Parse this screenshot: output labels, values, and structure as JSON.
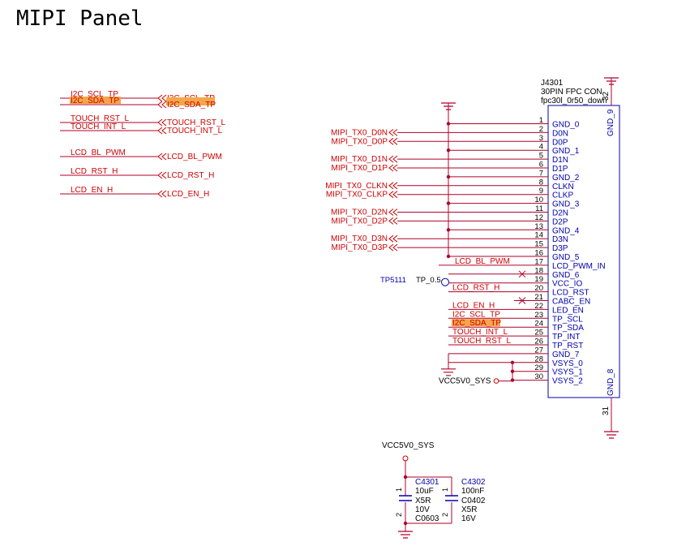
{
  "title": "MIPI Panel",
  "colors": {
    "net": "#cc0000",
    "wire": "#b0002a",
    "part": "#0000aa",
    "text": "#000000",
    "highlight": "#f5a64a"
  },
  "left_nets": [
    {
      "label": "I2C_SCL_TP",
      "port": "I2C_SCL_TP",
      "highlight": false
    },
    {
      "label": "I2C_SDA_TP",
      "port": "I2C_SDA_TP",
      "highlight": true
    },
    {
      "label": "TOUCH_RST_L",
      "port": "TOUCH_RST_L",
      "highlight": false
    },
    {
      "label": "TOUCH_INT_L",
      "port": "TOUCH_INT_L",
      "highlight": false
    },
    {
      "label": "LCD_BL_PWM",
      "port": "LCD_BL_PWM",
      "highlight": false
    },
    {
      "label": "LCD_RST_H",
      "port": "LCD_RST_H",
      "highlight": false
    },
    {
      "label": "LCD_EN_H",
      "port": "LCD_EN_H",
      "highlight": false
    }
  ],
  "connector": {
    "refdes": "J4301",
    "desc": "30PIN FPC CON",
    "footprint": "fpc30l_0r50_down",
    "side_top": "GND_9",
    "side_bottom": "GND_8",
    "pin_top": "32",
    "pin_bottom": "31",
    "pins": [
      {
        "num": "1",
        "name": "GND_0",
        "net": ""
      },
      {
        "num": "2",
        "name": "D0N",
        "net": "MIPI_TX0_D0N"
      },
      {
        "num": "3",
        "name": "D0P",
        "net": "MIPI_TX0_D0P"
      },
      {
        "num": "4",
        "name": "GND_1",
        "net": ""
      },
      {
        "num": "5",
        "name": "D1N",
        "net": "MIPI_TX0_D1N"
      },
      {
        "num": "6",
        "name": "D1P",
        "net": "MIPI_TX0_D1P"
      },
      {
        "num": "7",
        "name": "GND_2",
        "net": ""
      },
      {
        "num": "8",
        "name": "CLKN",
        "net": "MIPI_TX0_CLKN"
      },
      {
        "num": "9",
        "name": "CLKP",
        "net": "MIPI_TX0_CLKP"
      },
      {
        "num": "10",
        "name": "GND_3",
        "net": ""
      },
      {
        "num": "11",
        "name": "D2N",
        "net": "MIPI_TX0_D2N"
      },
      {
        "num": "12",
        "name": "D2P",
        "net": "MIPI_TX0_D2P"
      },
      {
        "num": "13",
        "name": "GND_4",
        "net": ""
      },
      {
        "num": "14",
        "name": "D3N",
        "net": "MIPI_TX0_D3N"
      },
      {
        "num": "15",
        "name": "D3P",
        "net": "MIPI_TX0_D3P"
      },
      {
        "num": "16",
        "name": "GND_5",
        "net": ""
      },
      {
        "num": "17",
        "name": "LCD_PWM_IN",
        "net": "LCD_BL_PWM"
      },
      {
        "num": "18",
        "name": "GND_6",
        "net": ""
      },
      {
        "num": "19",
        "name": "VCC_IO",
        "net": ""
      },
      {
        "num": "20",
        "name": "LCD_RST",
        "net": "LCD_RST_H"
      },
      {
        "num": "21",
        "name": "CABC_EN",
        "net": ""
      },
      {
        "num": "22",
        "name": "LED_EN",
        "net": "LCD_EN_H"
      },
      {
        "num": "23",
        "name": "TP_SCL",
        "net": "I2C_SCL_TP"
      },
      {
        "num": "24",
        "name": "TP_SDA",
        "net": "I2C_SDA_TP"
      },
      {
        "num": "25",
        "name": "TP_INT",
        "net": "TOUCH_INT_L"
      },
      {
        "num": "26",
        "name": "TP_RST",
        "net": "TOUCH_RST_L"
      },
      {
        "num": "27",
        "name": "GND_7",
        "net": ""
      },
      {
        "num": "28",
        "name": "VSYS_0",
        "net": ""
      },
      {
        "num": "29",
        "name": "VSYS_1",
        "net": ""
      },
      {
        "num": "30",
        "name": "VSYS_2",
        "net": ""
      }
    ]
  },
  "testpoint": {
    "refdes": "TP5111",
    "value": "TP_0.5"
  },
  "power_net": "VCC5V0_SYS",
  "capacitors": [
    {
      "refdes": "C4301",
      "value": "10uF",
      "dielectric": "X5R",
      "voltage": "10V",
      "size": "C0603",
      "pin1": "1",
      "pin2": "2"
    },
    {
      "refdes": "C4302",
      "value": "100nF",
      "dielectric": "C0402",
      "voltage": "X5R",
      "size": "16V",
      "pin1": "1",
      "pin2": "2"
    }
  ]
}
